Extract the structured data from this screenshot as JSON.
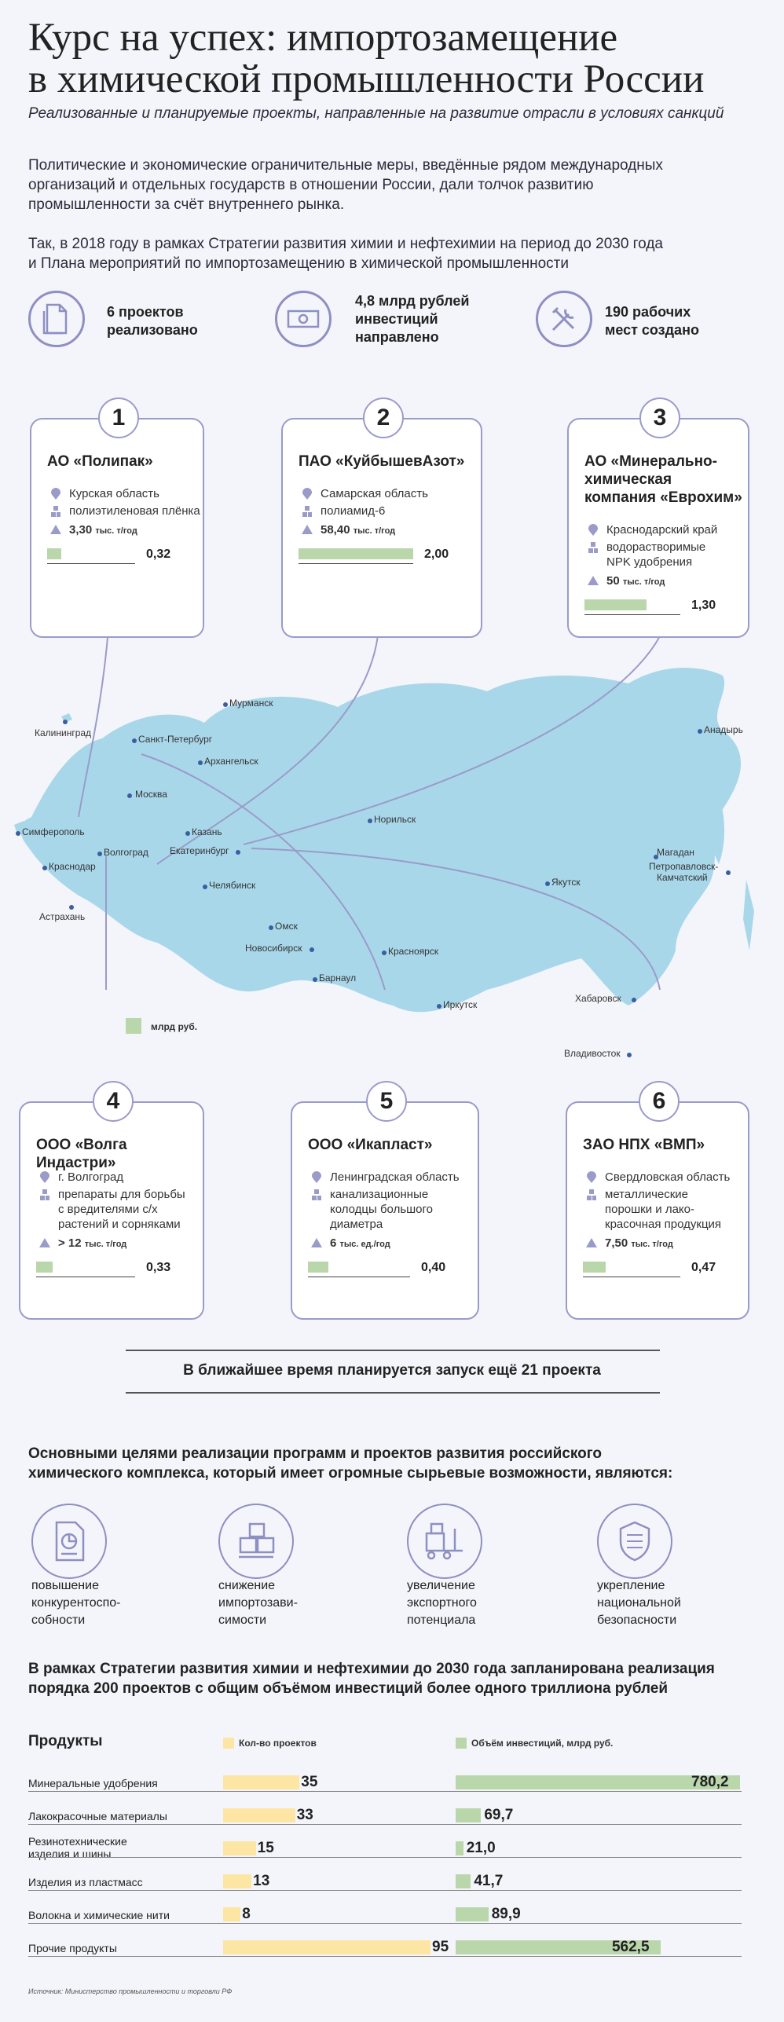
{
  "header": {
    "title_line1": "Курс на успех: импортозамещение",
    "title_line2": "в химической промышленности России",
    "subtitle": "Реализованные и планируемые проекты, направленные на развитие отрасли в условиях санкций"
  },
  "intro": {
    "p1_l1": "Политические и экономические ограничительные меры, введённые рядом международных",
    "p1_l2": "организаций и отдельных государств в отношении России, дали толчок развитию",
    "p1_l3": "промышленности за счёт внутреннего рынка.",
    "p2_l1": "Так, в 2018 году в рамках Стратегии развития химии и нефтехимии на период до 2030 года",
    "p2_l2": "и Плана мероприятий по импортозамещению в химической промышленности"
  },
  "stats": [
    {
      "l1": "6 проектов",
      "l2": "реализовано",
      "l3": "",
      "icon": "document-icon"
    },
    {
      "l1": "4,8 млрд рублей",
      "l2": "инвестиций",
      "l3": "направлено",
      "icon": "banknote-icon"
    },
    {
      "l1": "190 рабочих",
      "l2": "мест создано",
      "l3": "",
      "icon": "tools-icon"
    }
  ],
  "projects": [
    {
      "num": "1",
      "t1": "АО «Полипак»",
      "t2": "",
      "t3": "",
      "region": "Курская область",
      "product_l1": "полиэтиленовая плёнка",
      "product_l2": "",
      "product_l3": "",
      "capacity": "3,30",
      "unit": "тыс. т/год",
      "investment": "0,32",
      "investment_value": 0.32
    },
    {
      "num": "2",
      "t1": "ПАО «КуйбышевАзот»",
      "t2": "",
      "t3": "",
      "region": "Самарская область",
      "product_l1": "полиамид-6",
      "product_l2": "",
      "product_l3": "",
      "capacity": "58,40",
      "unit": "тыс. т/год",
      "investment": "2,00",
      "investment_value": 2.0
    },
    {
      "num": "3",
      "t1": "АО «Минерально-",
      "t2": "химическая",
      "t3": "компания «Еврохим»",
      "region": "Краснодарский край",
      "product_l1": "водорастворимые",
      "product_l2": "NPK удобрения",
      "product_l3": "",
      "capacity": "50",
      "unit": "тыс. т/год",
      "investment": "1,30",
      "investment_value": 1.3
    },
    {
      "num": "4",
      "t1": "ООО «Волга Индастри»",
      "t2": "",
      "t3": "",
      "region": "г. Волгоград",
      "product_l1": "препараты для борьбы",
      "product_l2": "с вредителями с/х",
      "product_l3": "растений и сорняками",
      "capacity": "> 12",
      "unit": "тыс. т/год",
      "investment": "0,33",
      "investment_value": 0.33
    },
    {
      "num": "5",
      "t1": "ООО «Икапласт»",
      "t2": "",
      "t3": "",
      "region": "Ленинградская область",
      "product_l1": "канализационные",
      "product_l2": "колодцы большого",
      "product_l3": "диаметра",
      "capacity": "6",
      "unit": "тыс. ед./год",
      "investment": "0,40",
      "investment_value": 0.4
    },
    {
      "num": "6",
      "t1": "ЗАО НПХ «ВМП»",
      "t2": "",
      "t3": "",
      "region": "Свердловская область",
      "product_l1": "металлические",
      "product_l2": "порошки и лако-",
      "product_l3": "красочная продукция",
      "capacity": "7,50",
      "unit": "тыс. т/год",
      "investment": "0,47",
      "investment_value": 0.47
    }
  ],
  "map": {
    "legend": "млрд руб.",
    "cities": [
      "Мурманск",
      "Калининград",
      "Санкт-Петербург",
      "Архангельск",
      "Анадырь",
      "Москва",
      "Симферополь",
      "Норильск",
      "Волгоград",
      "Казань",
      "Екатеринбург",
      "Краснодар",
      "Магадан",
      "Петропавловск-",
      "Камчатский",
      "Челябинск",
      "Якутск",
      "Астрахань",
      "Омск",
      "Новосибирск",
      "Красноярск",
      "Барнаул",
      "Иркутск",
      "Хабаровск",
      "Владивосток"
    ]
  },
  "planned": "В ближайшее время планируется запуск ещё 21 проекта",
  "goals_intro_l1": "Основными целями реализации программ и проектов развития российского",
  "goals_intro_l2": "химического комплекса, который имеет огромные сырьевые возможности, являются:",
  "goals": [
    {
      "l1": "повышение",
      "l2": "конкурентоспо-",
      "l3": "собности",
      "icon": "document-chart-icon"
    },
    {
      "l1": "снижение",
      "l2": "импортозави-",
      "l3": "симости",
      "icon": "boxes-icon"
    },
    {
      "l1": "увеличение",
      "l2": "экспортного",
      "l3": "потенциала",
      "icon": "forklift-icon"
    },
    {
      "l1": "укрепление",
      "l2": "национальной",
      "l3": "безопасности",
      "icon": "shield-icon"
    }
  ],
  "strategy_l1": "В рамках Стратегии развития химии и нефтехимии до 2030 года запланирована реализация",
  "strategy_l2": "порядка 200 проектов с общим объёмом инвестиций более одного триллиона рублей",
  "table": {
    "heading": "Продукты",
    "legend_projects": "Кол-во проектов",
    "legend_investments": "Объём инвестиций, млрд руб.",
    "colors": {
      "projects": "#fde6a4",
      "investments": "#b9d7aa"
    }
  },
  "chart_data": {
    "type": "bar",
    "categories": [
      "Минеральные удобрения",
      "Лакокрасочные материалы",
      "Резинотехнические изделия и шины",
      "Изделия из пластмасс",
      "Волокна и химические нити",
      "Прочие продукты"
    ],
    "category_lines": [
      [
        "Минеральные удобрения"
      ],
      [
        "Лакокрасочные материалы"
      ],
      [
        "Резинотехнические",
        "изделия и шины"
      ],
      [
        "Изделия из пластмасс"
      ],
      [
        "Волокна и химические нити"
      ],
      [
        "Прочие продукты"
      ]
    ],
    "series": [
      {
        "name": "Кол-во проектов",
        "values": [
          35,
          33,
          15,
          13,
          8,
          95
        ],
        "labels": [
          "35",
          "33",
          "15",
          "13",
          "8",
          "95"
        ]
      },
      {
        "name": "Объём инвестиций, млрд руб.",
        "values": [
          780.2,
          69.7,
          21.0,
          41.7,
          89.9,
          562.5
        ],
        "labels": [
          "780,2",
          "69,7",
          "21,0",
          "41,7",
          "89,9",
          "562,5"
        ]
      }
    ]
  },
  "source": "Источник: Министерство промышленности и торговли РФ"
}
